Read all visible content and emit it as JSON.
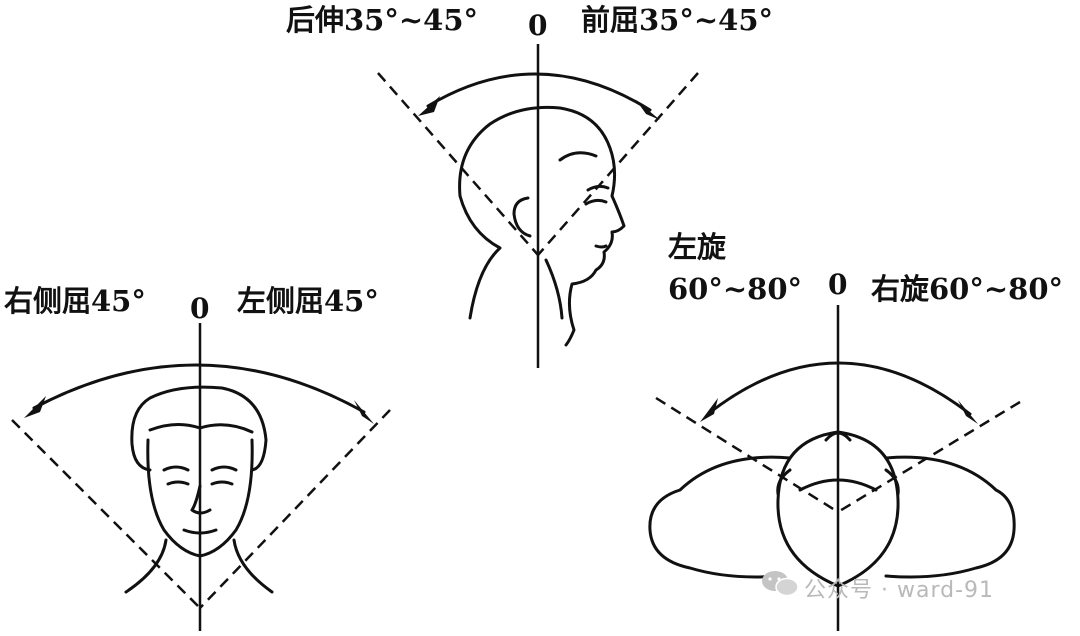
{
  "top_diagram": {
    "left_label": "后伸35°~45°",
    "zero_label": "0",
    "right_label": "前屈35°~45°"
  },
  "left_diagram": {
    "left_label": "右侧屈45°",
    "zero_label": "0",
    "right_label": "左侧屈45°"
  },
  "right_diagram": {
    "left_label_line1": "左旋",
    "left_label_line2": "60°~80°",
    "zero_label": "0",
    "right_label": "右旋60°~80°"
  },
  "watermark": {
    "text": "公众号 · ward-91",
    "color": "#b9b9b9"
  },
  "colors": {
    "ink": "#111111",
    "background": "#ffffff"
  }
}
